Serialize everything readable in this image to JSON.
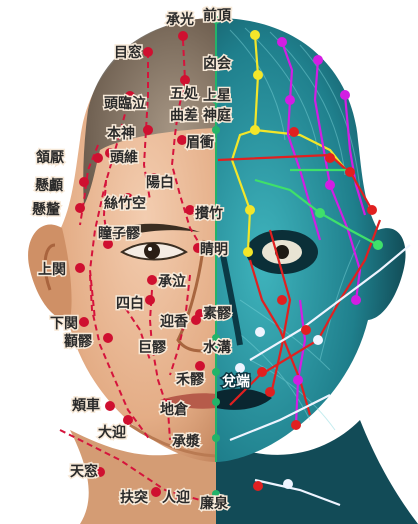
{
  "colors": {
    "background": "#ffffff",
    "skin": "#e8b690",
    "skin_shadow": "#c98a63",
    "hair": "#6d6456",
    "muscle": "#2b9aa6",
    "muscle_dark": "#0b3a46",
    "meridian_left": "#d5143c",
    "point_left": "#cf1030",
    "midline": "#22b36a",
    "meridian_yellow": "#f3e62a",
    "meridian_magenta": "#d21ee3",
    "meridian_red": "#e02020",
    "meridian_green": "#3fe06a",
    "meridian_white": "#eef4ff"
  },
  "labels": {
    "midline_top": "前頂",
    "chengguang": "承光",
    "baihui": "囟会",
    "muchuang": "目窓",
    "wuchu": "五処",
    "shangxing": "上星",
    "toulinqi": "頭臨泣",
    "qucha": "曲差",
    "shenting": "神庭",
    "benshen": "本神",
    "meichong": "眉衝",
    "hanyan": "頷厭",
    "touwei": "頭維",
    "xuanlu": "懸顱",
    "yangbai": "陽白",
    "xuanli": "懸釐",
    "sizhukong": "絲竹空",
    "cuanzhu": "攅竹",
    "tongziliao": "瞳子髎",
    "jingming": "睛明",
    "shangguan": "上関",
    "chengqi": "承泣",
    "sibai": "四白",
    "suliao": "素髎",
    "xiaguan": "下関",
    "yingxiang": "迎香",
    "quanliao": "顴髎",
    "juliao": "巨髎",
    "shuigou": "水溝",
    "heliao": "禾髎",
    "duiduan": "兌端",
    "jiache": "頬車",
    "dicang": "地倉",
    "daying": "大迎",
    "chengjiang": "承漿",
    "tianchuang": "天窓",
    "futu": "扶突",
    "renying": "人迎",
    "lianquan": "廉泉"
  }
}
